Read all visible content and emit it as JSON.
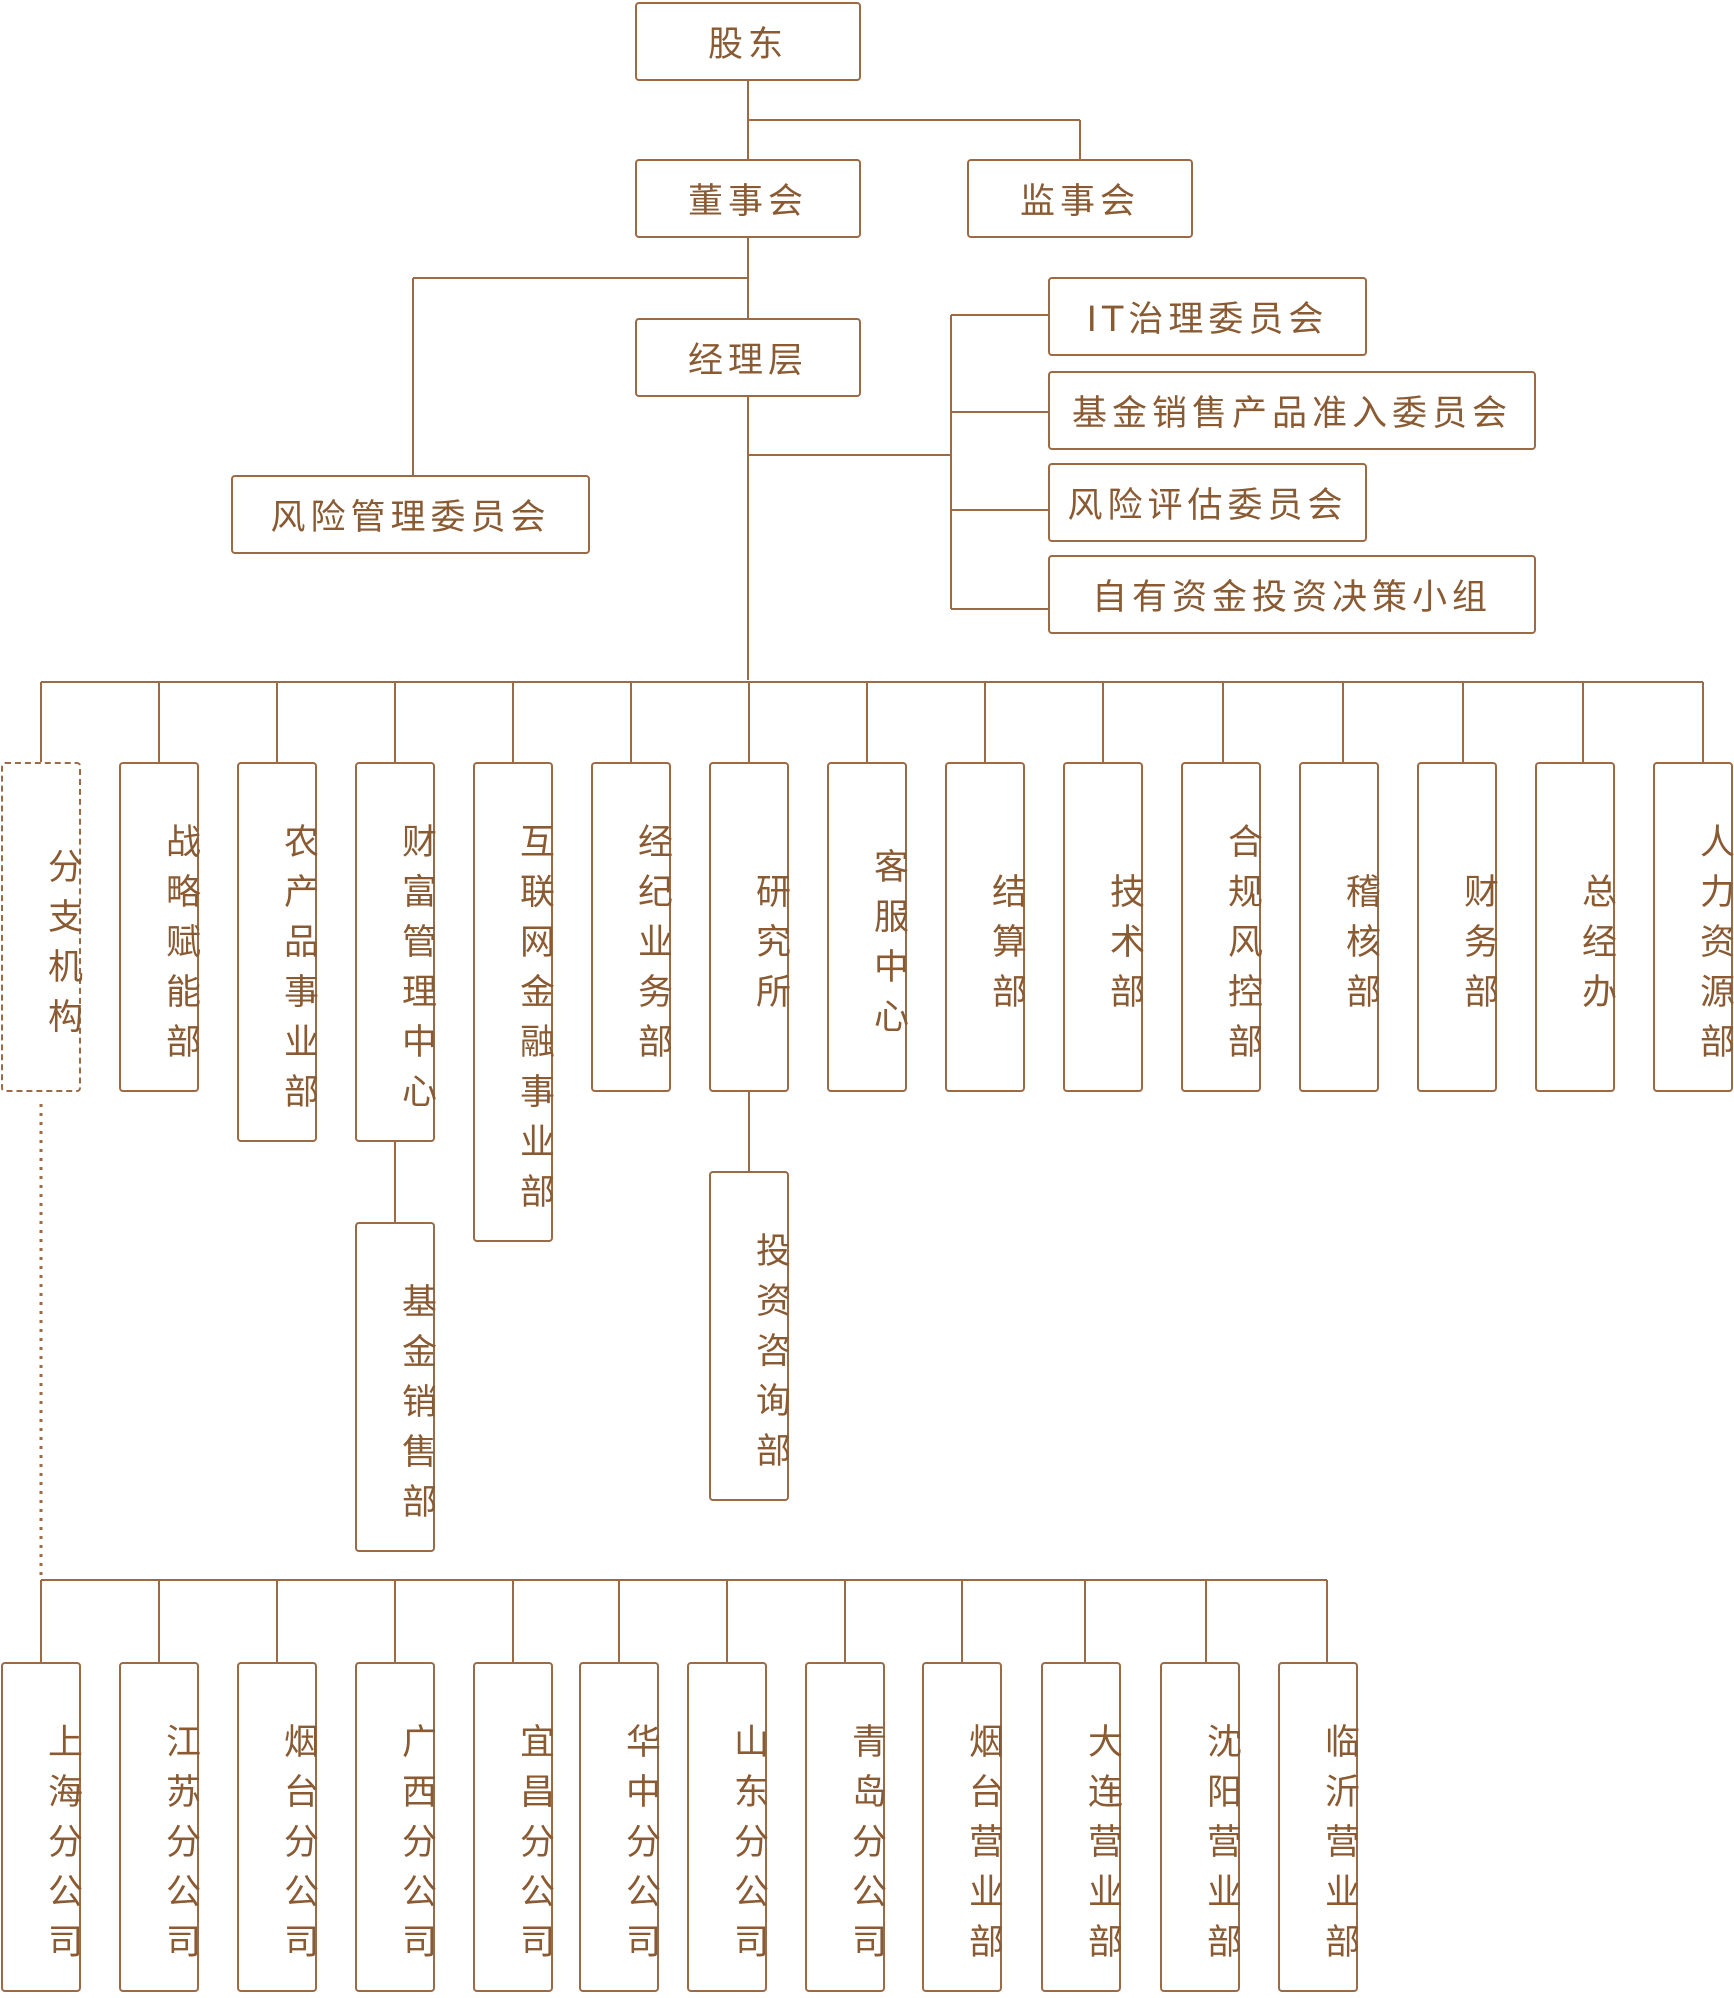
{
  "colors": {
    "line": "#9C6B45",
    "text": "#8A5A32",
    "background": "#ffffff"
  },
  "top": {
    "shareholders": "股东",
    "board": "董事会",
    "supervisors": "监事会",
    "management": "经理层",
    "risk_committee": "风险管理委员会"
  },
  "committees": [
    "IT治理委员会",
    "基金销售产品准入委员会",
    "风险评估委员会",
    "自有资金投资决策小组"
  ],
  "departments": [
    "分支机构",
    "战略赋能部",
    "农产品事业部",
    "财富管理中心",
    "互联网金融事业部",
    "经纪业务部",
    "研究所",
    "客服中心",
    "结算部",
    "技术部",
    "合规风控部",
    "稽核部",
    "财务部",
    "总经办",
    "人力资源部"
  ],
  "sub_departments": {
    "wealth": "基金销售部",
    "research": "投资咨询部"
  },
  "branches": [
    "上海分公司",
    "江苏分公司",
    "烟台分公司",
    "广西分公司",
    "宜昌分公司",
    "华中分公司",
    "山东分公司",
    "青岛分公司",
    "烟台营业部",
    "大连营业部",
    "沈阳营业部",
    "临沂营业部"
  ]
}
